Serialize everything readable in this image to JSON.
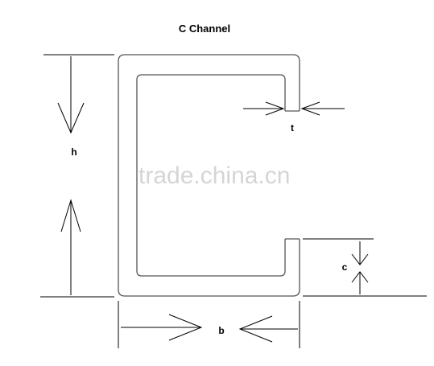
{
  "title": "C Channel",
  "labels": {
    "height": "h",
    "thickness": "t",
    "width": "b",
    "lip": "c"
  },
  "watermark": "trade.china.cn",
  "colors": {
    "lines": "#000000",
    "profile": "#555555",
    "watermark": "#c8c8c8",
    "background": "#ffffff"
  }
}
